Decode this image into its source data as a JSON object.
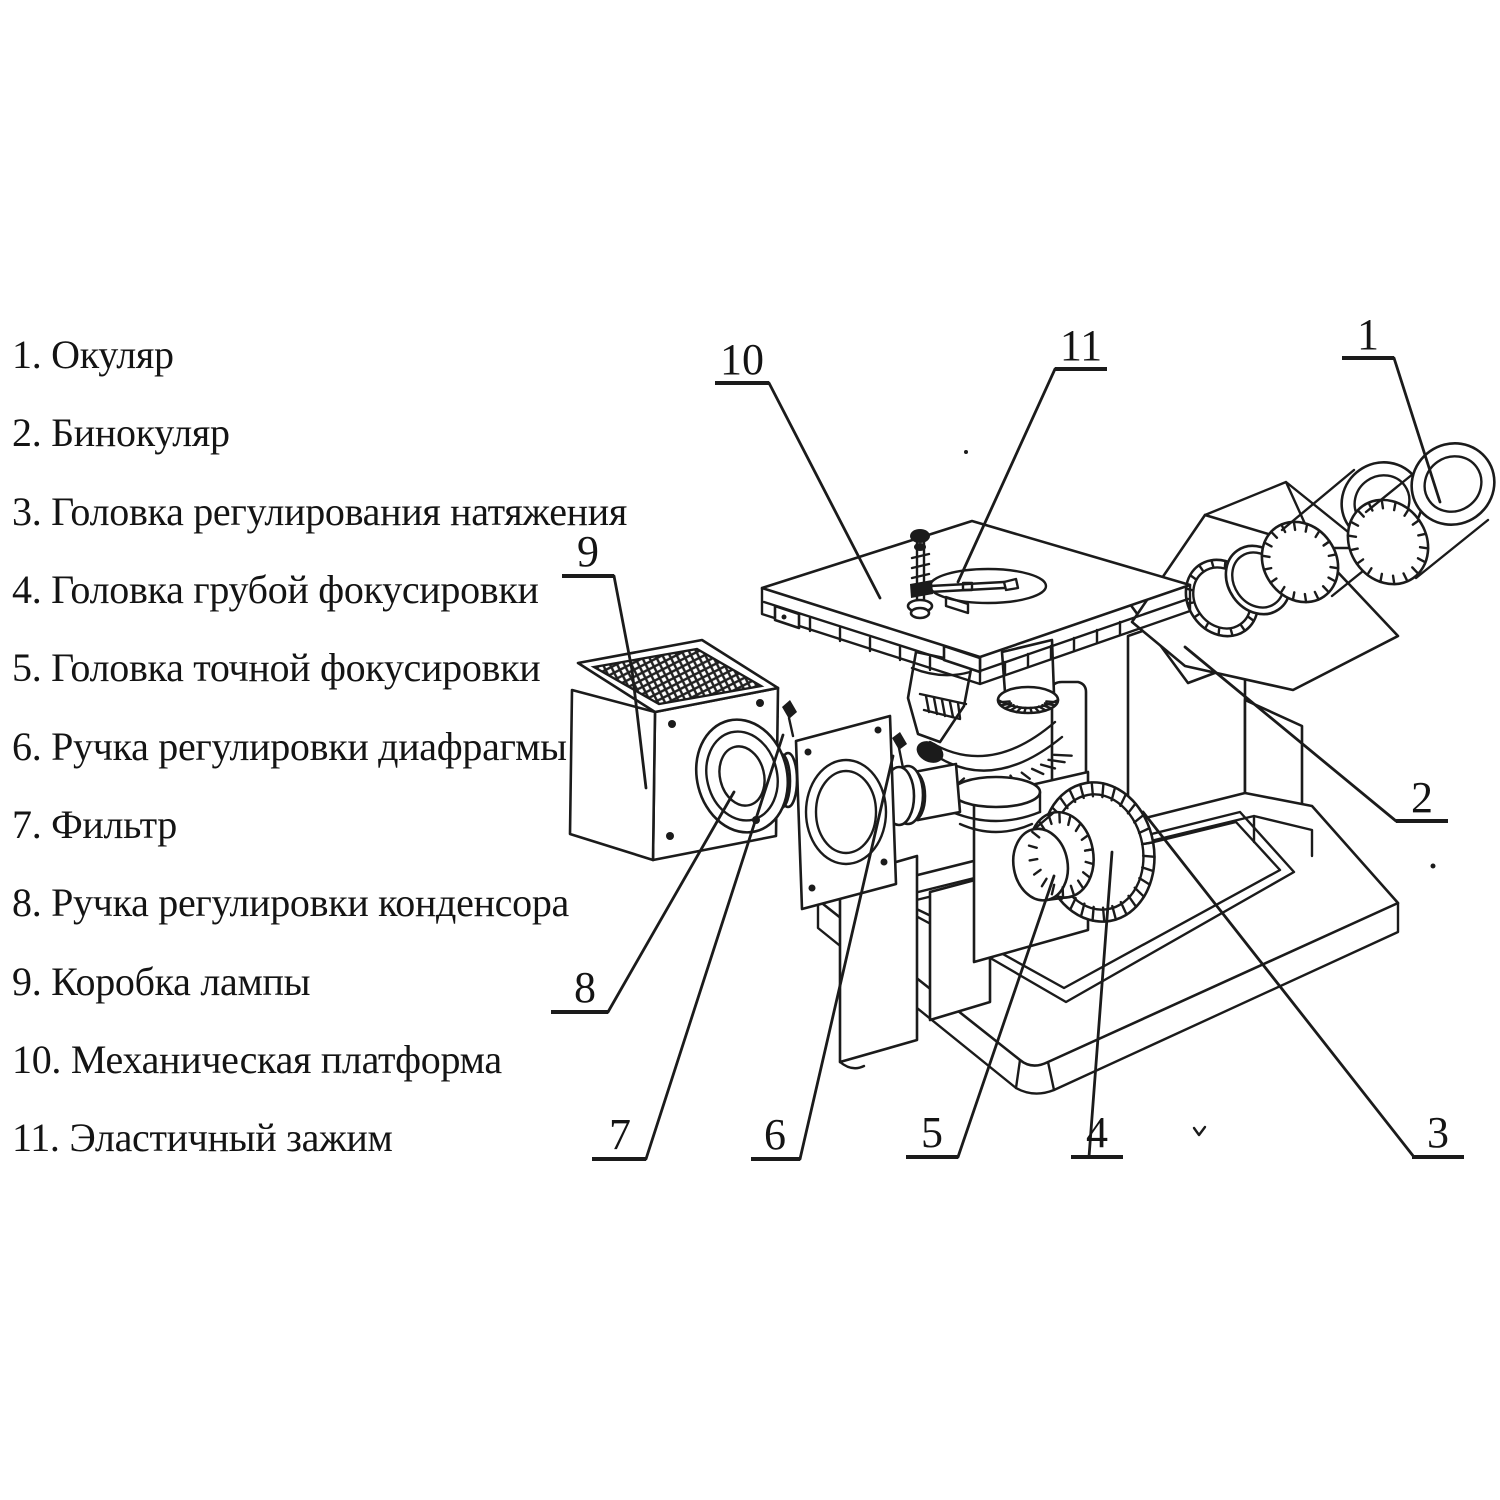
{
  "page": {
    "background": "#ffffff",
    "ink": "#1b1b1b"
  },
  "figure": {
    "kind": "line-drawing of an inverted metallurgical microscope with numbered callouts"
  },
  "legend": {
    "items": [
      {
        "number": "1.",
        "label": "Окуляр"
      },
      {
        "number": "2.",
        "label": "Бинокуляр"
      },
      {
        "number": "3.",
        "label": "Головка регулирования натяжения"
      },
      {
        "number": "4.",
        "label": "Головка грубой фокусировки"
      },
      {
        "number": "5.",
        "label": "Головка точной фокусировки"
      },
      {
        "number": "6.",
        "label": "Ручка регулировки диафрагмы"
      },
      {
        "number": "7.",
        "label": "Фильтр"
      },
      {
        "number": "8.",
        "label": "Ручка регулировки конденсора"
      },
      {
        "number": "9.",
        "label": "Коробка лампы"
      },
      {
        "number": "10.",
        "label": "Механическая платформа"
      },
      {
        "number": "11.",
        "label": "Эластичный зажим"
      }
    ]
  },
  "callouts": [
    {
      "num": "1"
    },
    {
      "num": "2"
    },
    {
      "num": "3"
    },
    {
      "num": "4"
    },
    {
      "num": "5"
    },
    {
      "num": "6"
    },
    {
      "num": "7"
    },
    {
      "num": "8"
    },
    {
      "num": "9"
    },
    {
      "num": "10"
    },
    {
      "num": "11"
    }
  ]
}
